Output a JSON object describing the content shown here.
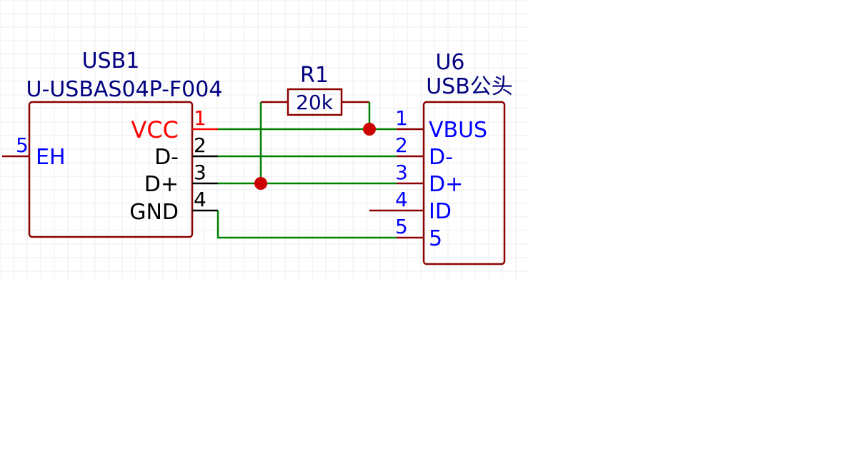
{
  "colors": {
    "body_outline": "#8b0000",
    "wire": "#008000",
    "junction": "#cc0000",
    "ref_text": "#000080",
    "pin_num_blue": "#0000ff",
    "pin_name_black": "#000000",
    "pin_name_red": "#ff0000",
    "grid": "#eeeeee"
  },
  "components": {
    "usb1": {
      "ref": "USB1",
      "value": "U-USBAS04P-F004",
      "pins": [
        {
          "num": "1",
          "name": "VCC"
        },
        {
          "num": "2",
          "name": "D-"
        },
        {
          "num": "3",
          "name": "D+"
        },
        {
          "num": "4",
          "name": "GND"
        },
        {
          "num": "5",
          "name": "EH"
        }
      ]
    },
    "r1": {
      "ref": "R1",
      "value": "20k"
    },
    "u6": {
      "ref": "U6",
      "value": "USB公头",
      "pins": [
        {
          "num": "1",
          "name": "VBUS"
        },
        {
          "num": "2",
          "name": "D-"
        },
        {
          "num": "3",
          "name": "D+"
        },
        {
          "num": "4",
          "name": "ID"
        },
        {
          "num": "5",
          "name": "5"
        }
      ]
    }
  }
}
